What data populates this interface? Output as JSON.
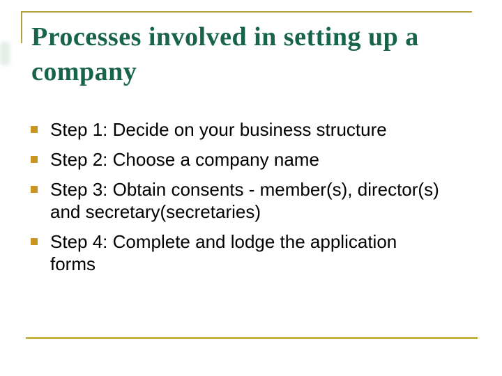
{
  "slide": {
    "title": {
      "line1": "Processes involved in setting up a",
      "line2": "company"
    },
    "bullets": [
      {
        "line1": "Step 1: Decide on your business structure",
        "line2": ""
      },
      {
        "line1": "Step 2: Choose a company name",
        "line2": ""
      },
      {
        "line1": "Step 3: Obtain consents - member(s), director(s)",
        "line2": "and secretary(secretaries)"
      },
      {
        "line1": "Step 4: Complete and lodge the application",
        "line2": "forms"
      }
    ],
    "colors": {
      "title_text": "#176449",
      "body_text": "#000000",
      "bullet_marker": "#c9941f",
      "top_rule": "#b3a040",
      "bottom_rule": "#c2b23b",
      "background": "#ffffff"
    }
  }
}
